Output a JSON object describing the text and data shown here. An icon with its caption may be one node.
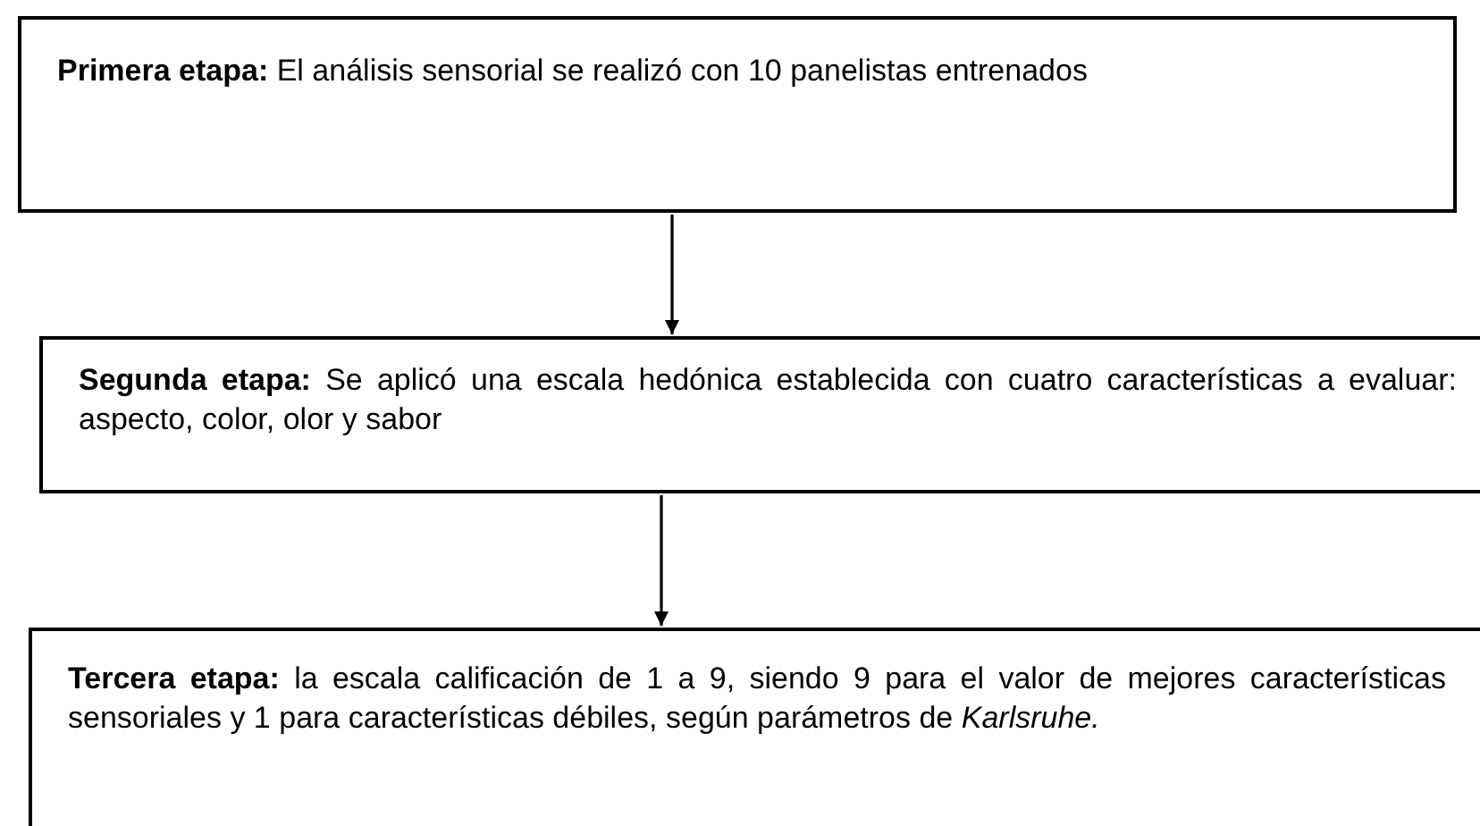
{
  "diagram": {
    "nodes": [
      {
        "text": [
          "**Primera etapa:** El análisis sensorial se realizó con 10 panelistas entrenados"
        ]
      },
      {
        "text": [
          "**Segunda etapa:** Se aplicó una escala hedónica establecida con cuatro características a evaluar: aspecto, color, olor y sabor"
        ]
      },
      {
        "text": [
          "**Tercera etapa:** la escala calificación de 1 a 9, siendo 9 para el valor de mejores características sensoriales y 1 para características débiles, según parámetros de *Karlsruhe.*"
        ]
      }
    ],
    "edges": [
      {
        "from": 0,
        "to": 1,
        "arrow": "to"
      },
      {
        "from": 1,
        "to": 2,
        "arrow": "to"
      }
    ]
  }
}
